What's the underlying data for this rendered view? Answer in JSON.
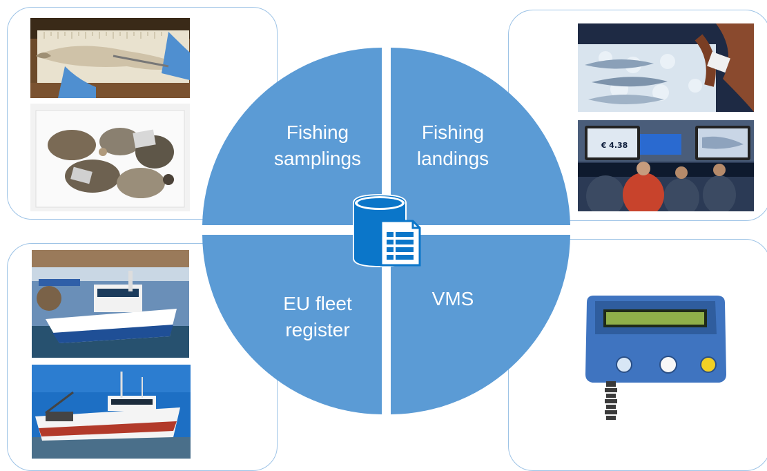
{
  "quadrants": {
    "top_left": "Fishing\nsamplings",
    "top_right": "Fishing\nlandings",
    "bottom_left": "EU fleet\nregister",
    "bottom_right": "VMS"
  },
  "auction_display": {
    "price": "€ 4.38"
  },
  "colors": {
    "quadrant_fill": "#5b9bd5",
    "panel_border": "#9dc3e6",
    "icon_fill": "#0b76c9"
  },
  "icons": {
    "center": "database-document-icon"
  }
}
